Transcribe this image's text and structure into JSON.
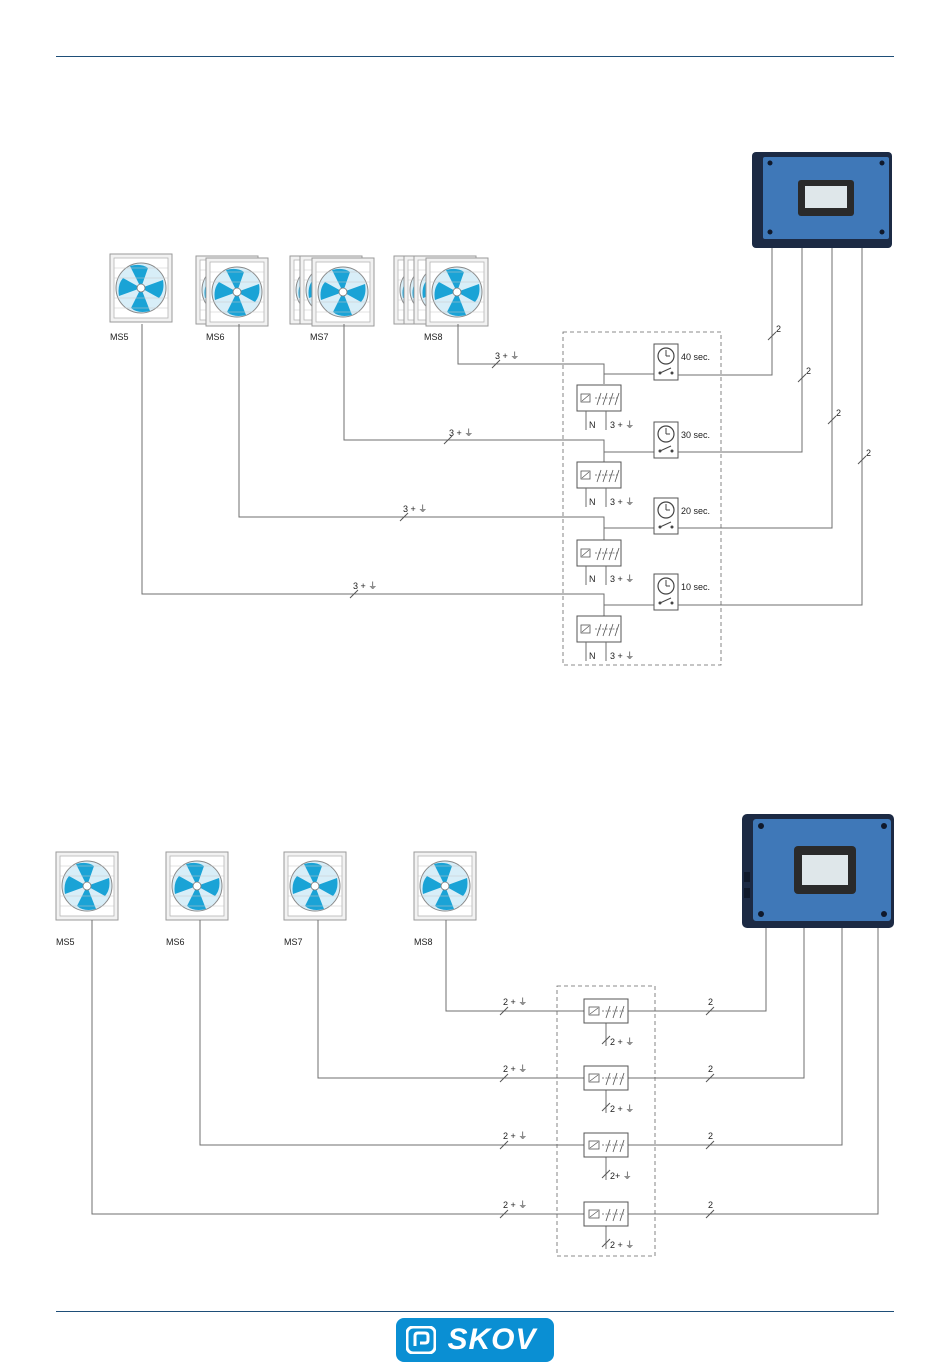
{
  "colors": {
    "accent": "#1e4e78",
    "fan_blue": "#1aa3d6",
    "controller_blue": "#3f78b8",
    "logo_blue": "#0a8fd3",
    "line": "#6f6f6f"
  },
  "logo": {
    "text": "SKOV"
  },
  "diagram1": {
    "fans": [
      "MS5",
      "MS6",
      "MS7",
      "MS8"
    ],
    "timers": [
      "40 sec.",
      "30 sec.",
      "20 sec.",
      "10 sec."
    ],
    "cable_label": "3 + ⏚",
    "controller_cable": "2",
    "relay_neutral": "N",
    "relay_output": "3 + ⏚"
  },
  "diagram2": {
    "fans": [
      "MS5",
      "MS6",
      "MS7",
      "MS8"
    ],
    "cable_label": "2 + ⏚",
    "controller_cable": "2",
    "relay_output": "2 + ⏚",
    "relay_output_alt": "2+ ⏚"
  }
}
